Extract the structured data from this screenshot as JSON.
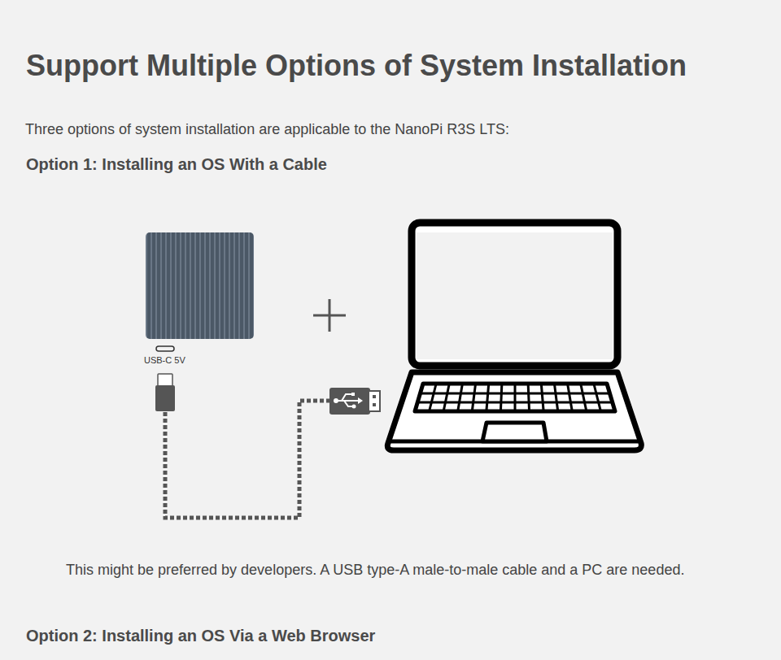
{
  "diagram": {
    "title": "Support Multiple Options of System Installation",
    "labels": [
      "Three options of system installation are applicable to the NanoPi R3S LTS:",
      "Option 1: Installing an OS With a Cable",
      "USB-C 5V",
      "This might be preferred by developers. A USB type-A male-to-male cable and a PC are needed.",
      "Option 2: Installing an OS Via a Web Browser"
    ]
  }
}
